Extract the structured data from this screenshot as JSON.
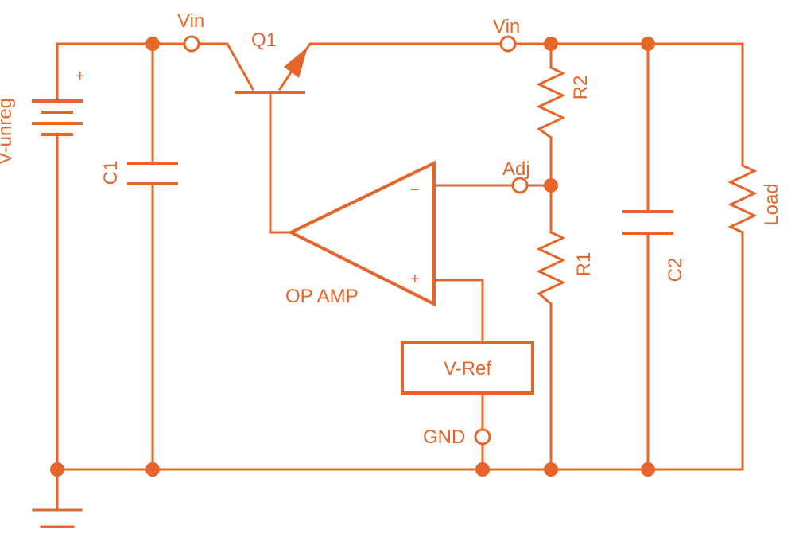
{
  "colors": {
    "stroke": "#e6662a",
    "background": "#ffffff"
  },
  "labels": {
    "source": "V-unreg",
    "source_plus": "+",
    "vin_left": "Vin",
    "vin_right": "Vin",
    "transistor": "Q1",
    "cap_in": "C1",
    "cap_out": "C2",
    "res_top": "R2",
    "res_bottom": "R1",
    "adj": "Adj",
    "load": "Load",
    "opamp": "OP AMP",
    "opamp_minus": "−",
    "opamp_plus": "+",
    "vref": "V-Ref",
    "gnd": "GND"
  }
}
